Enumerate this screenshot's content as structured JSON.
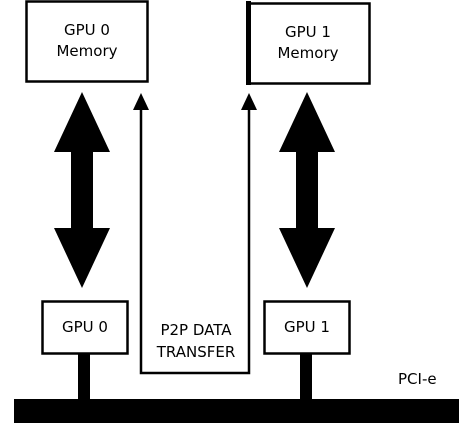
{
  "gpu0_memory": {
    "line1": "GPU 0",
    "line2": "Memory"
  },
  "gpu1_memory": {
    "line1": "GPU 1",
    "line2": "Memory"
  },
  "gpu0": {
    "label": "GPU 0"
  },
  "gpu1": {
    "label": "GPU 1"
  },
  "p2p": {
    "line1": "P2P DATA",
    "line2": "TRANSFER"
  },
  "bus": {
    "label": "PCI-e"
  }
}
